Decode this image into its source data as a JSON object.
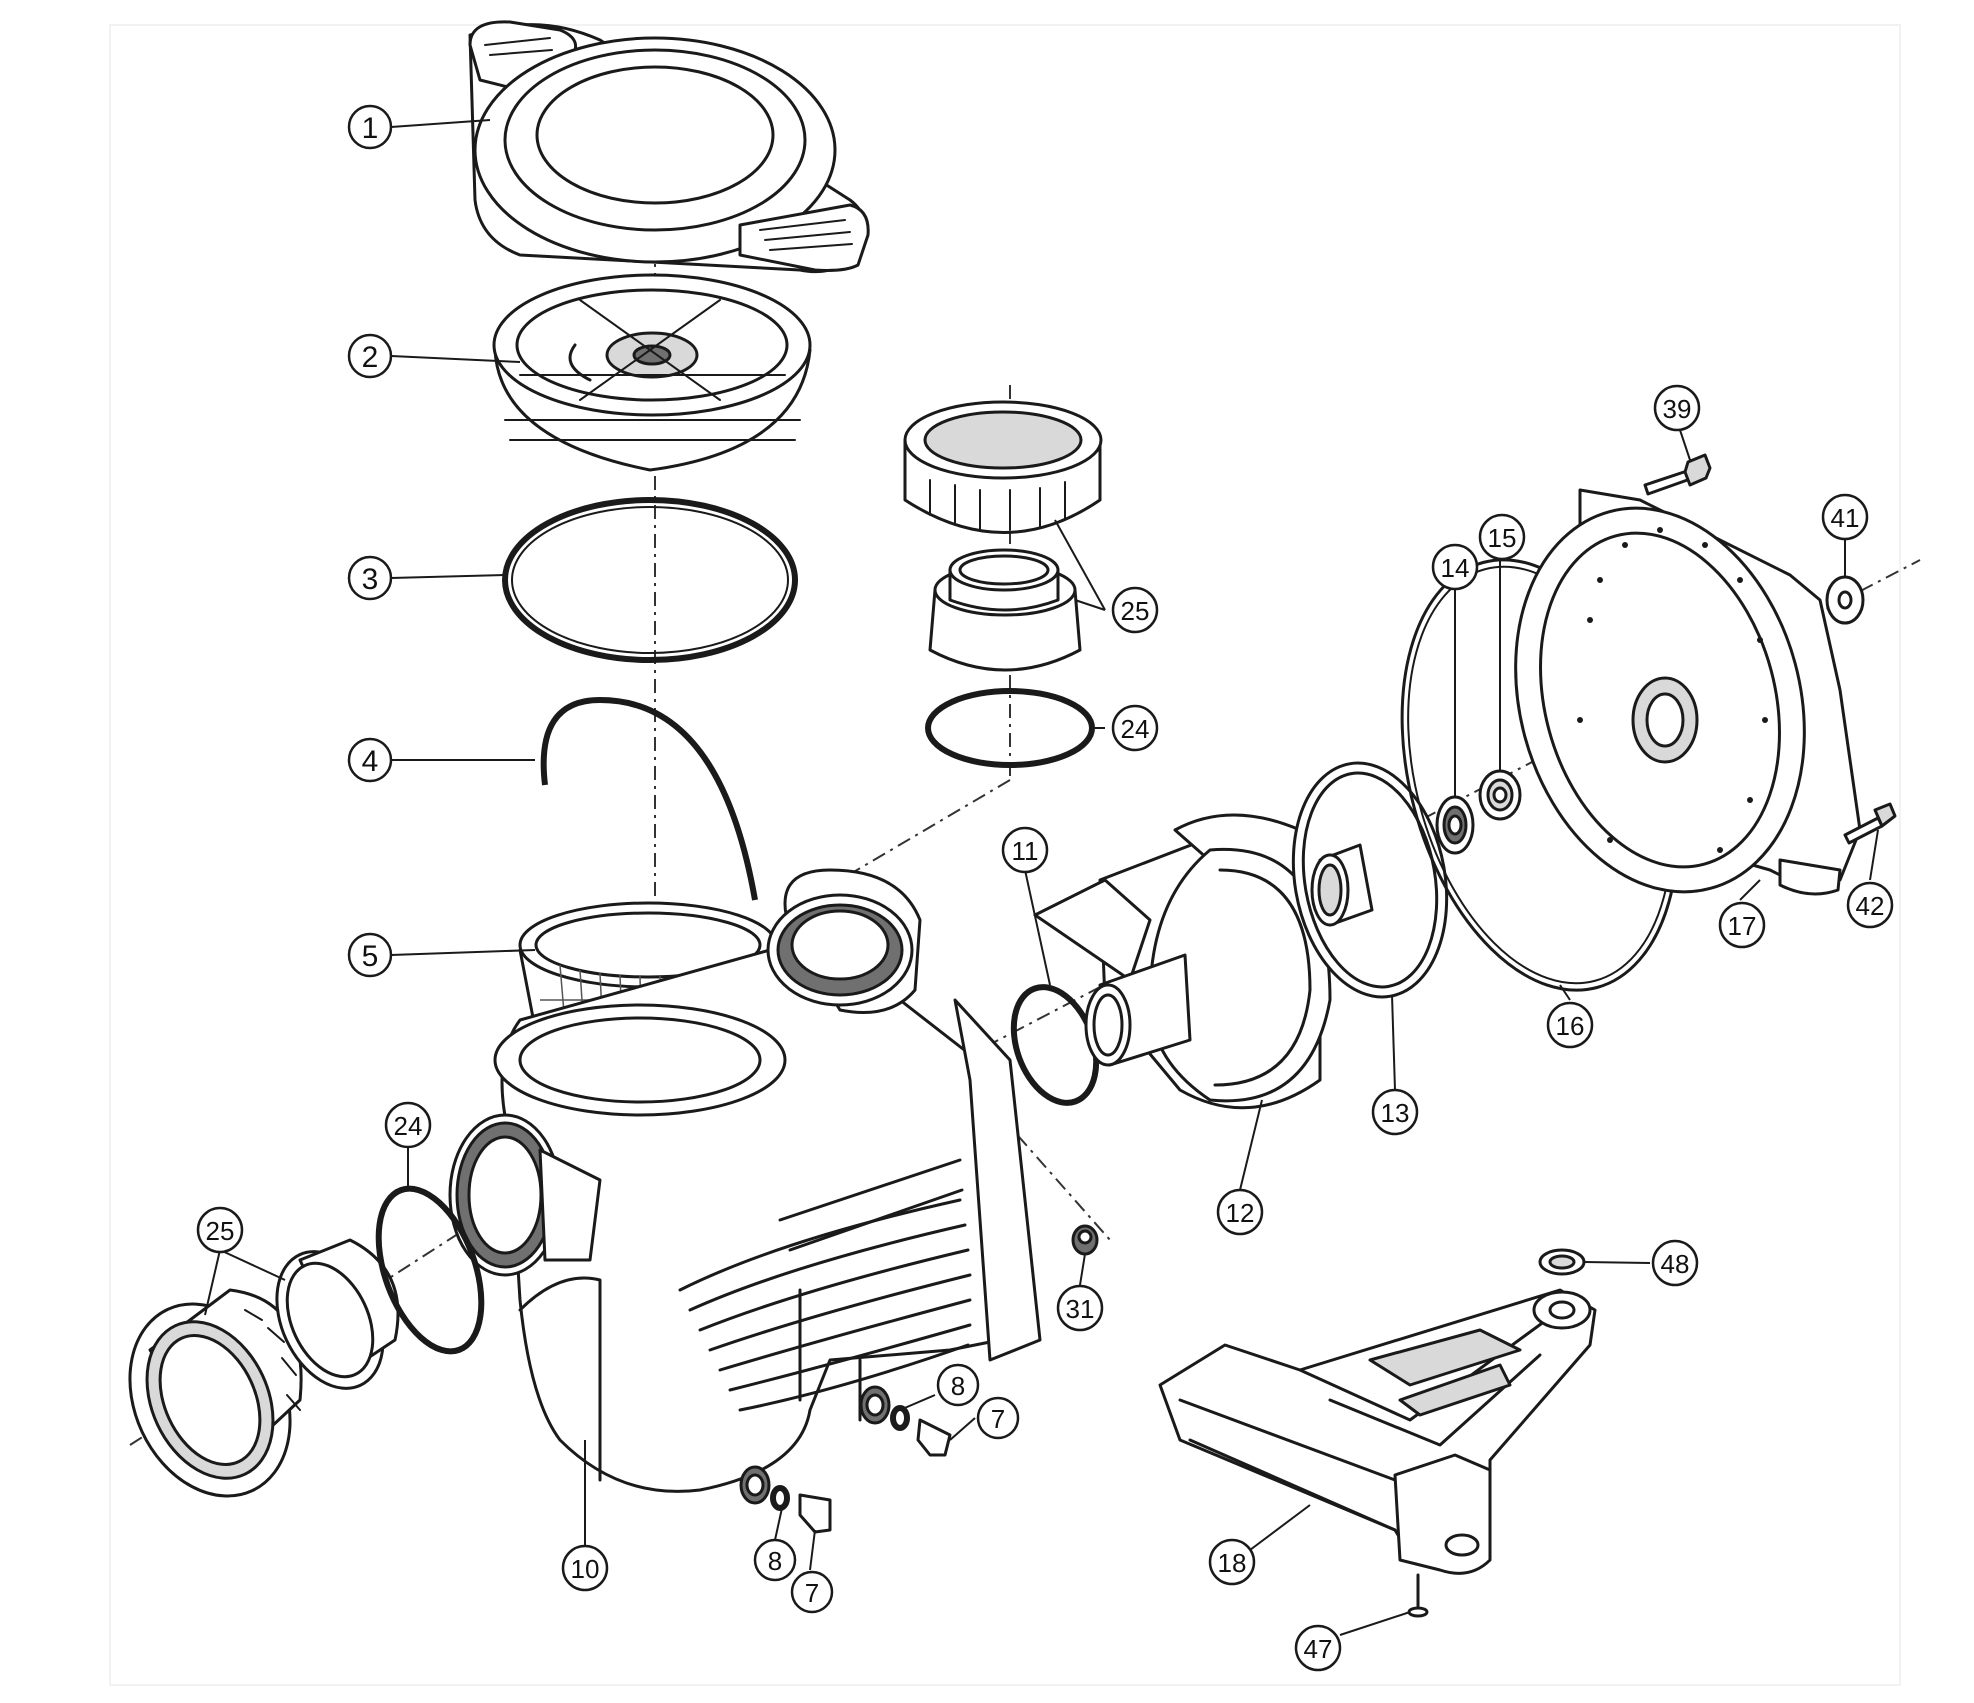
{
  "diagram": {
    "type": "exploded-parts-view",
    "callouts": [
      {
        "id": "c1",
        "text": "1"
      },
      {
        "id": "c2",
        "text": "2"
      },
      {
        "id": "c3",
        "text": "3"
      },
      {
        "id": "c4",
        "text": "4"
      },
      {
        "id": "c5",
        "text": "5"
      },
      {
        "id": "c24a",
        "text": "24"
      },
      {
        "id": "c25a",
        "text": "25"
      },
      {
        "id": "c25b",
        "text": "25"
      },
      {
        "id": "c24b",
        "text": "24"
      },
      {
        "id": "c10",
        "text": "10"
      },
      {
        "id": "c8a",
        "text": "8"
      },
      {
        "id": "c7a",
        "text": "7"
      },
      {
        "id": "c8b",
        "text": "8"
      },
      {
        "id": "c7b",
        "text": "7"
      },
      {
        "id": "c11",
        "text": "11"
      },
      {
        "id": "c12",
        "text": "12"
      },
      {
        "id": "c13",
        "text": "13"
      },
      {
        "id": "c31",
        "text": "31"
      },
      {
        "id": "c14",
        "text": "14"
      },
      {
        "id": "c15",
        "text": "15"
      },
      {
        "id": "c16",
        "text": "16"
      },
      {
        "id": "c17",
        "text": "17"
      },
      {
        "id": "c39",
        "text": "39"
      },
      {
        "id": "c41",
        "text": "41"
      },
      {
        "id": "c42",
        "text": "42"
      },
      {
        "id": "c48",
        "text": "48"
      },
      {
        "id": "c18",
        "text": "18"
      },
      {
        "id": "c47",
        "text": "47"
      }
    ]
  }
}
